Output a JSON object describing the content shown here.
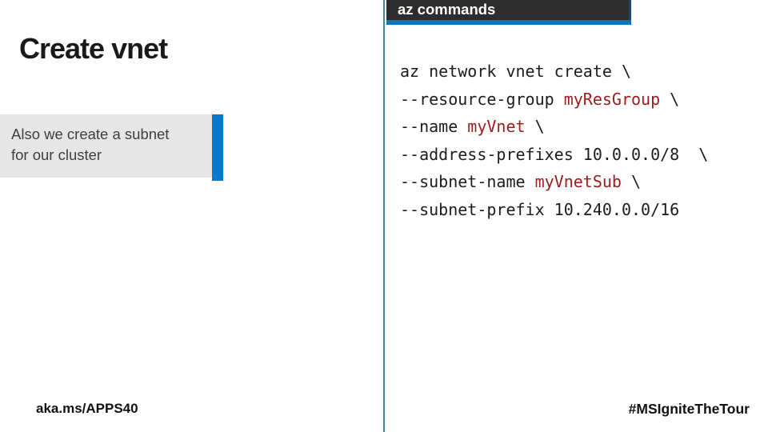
{
  "slide": {
    "title": "Create vnet",
    "callout": {
      "lines": [
        "Also we create a subnet",
        "for our cluster"
      ]
    },
    "header_tab": {
      "label": "az commands"
    },
    "code": {
      "lines": [
        [
          {
            "t": "az network vnet create \\",
            "c": "plain"
          }
        ],
        [
          {
            "t": "--resource-group ",
            "c": "plain"
          },
          {
            "t": "myResGroup",
            "c": "accent"
          },
          {
            "t": " \\",
            "c": "plain"
          }
        ],
        [
          {
            "t": "--name ",
            "c": "plain"
          },
          {
            "t": "myVnet",
            "c": "accent"
          },
          {
            "t": " \\",
            "c": "plain"
          }
        ],
        [
          {
            "t": "--address-prefixes 10.0.0.0/8  \\",
            "c": "plain"
          }
        ],
        [
          {
            "t": "--subnet-name ",
            "c": "plain"
          },
          {
            "t": "myVnetSub",
            "c": "accent"
          },
          {
            "t": " \\",
            "c": "plain"
          }
        ],
        [
          {
            "t": "--subnet-prefix 10.240.0.0/16",
            "c": "plain"
          }
        ]
      ]
    },
    "footer": {
      "left": "aka.ms/APPS40",
      "right": "#MSIgniteTheTour"
    },
    "colors": {
      "accent_blue": "#0b78cc",
      "header_bg": "#2d2d2d",
      "header_underline": "#0d74bc",
      "header_edge": "#1c456a",
      "divider_teal": "#3f86a2",
      "callout_bg": "#e6e6e6",
      "code_plain": "#1c1c1c",
      "code_accent": "#9c1c1c",
      "text_dark": "#1a1a1a",
      "callout_text": "#3f3f3f"
    }
  }
}
